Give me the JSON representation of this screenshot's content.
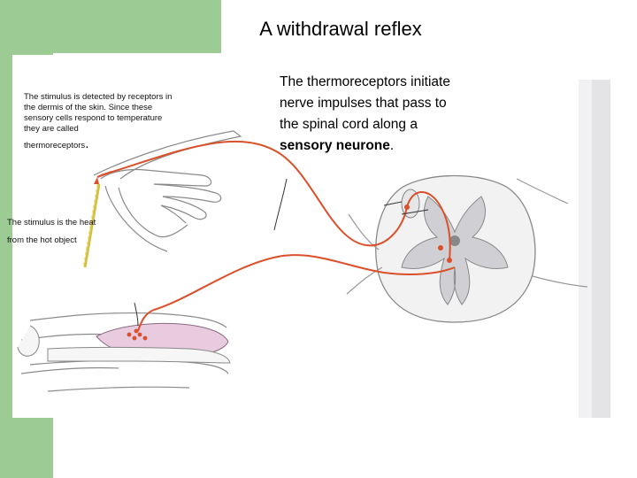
{
  "slide": {
    "title": "A withdrawal reflex",
    "caption_stimulus_detected": "The stimulus is detected by receptors in the dermis of the skin. Since these sensory cells respond to temperature they are called",
    "caption_thermoreceptors": "thermoreceptors",
    "caption_stimulus_heat_1": "The stimulus is the heat",
    "caption_stimulus_heat_2": "from the hot object",
    "body_text_part1": "The thermoreceptors initiate nerve impulses that pass to the spinal cord along a",
    "body_text_bold": "sensory neurone",
    "body_text_end": "."
  },
  "colors": {
    "background_green": "#9ccc94",
    "nerve_red": "#d9502a",
    "tissue_pink": "#e9cbe0"
  }
}
